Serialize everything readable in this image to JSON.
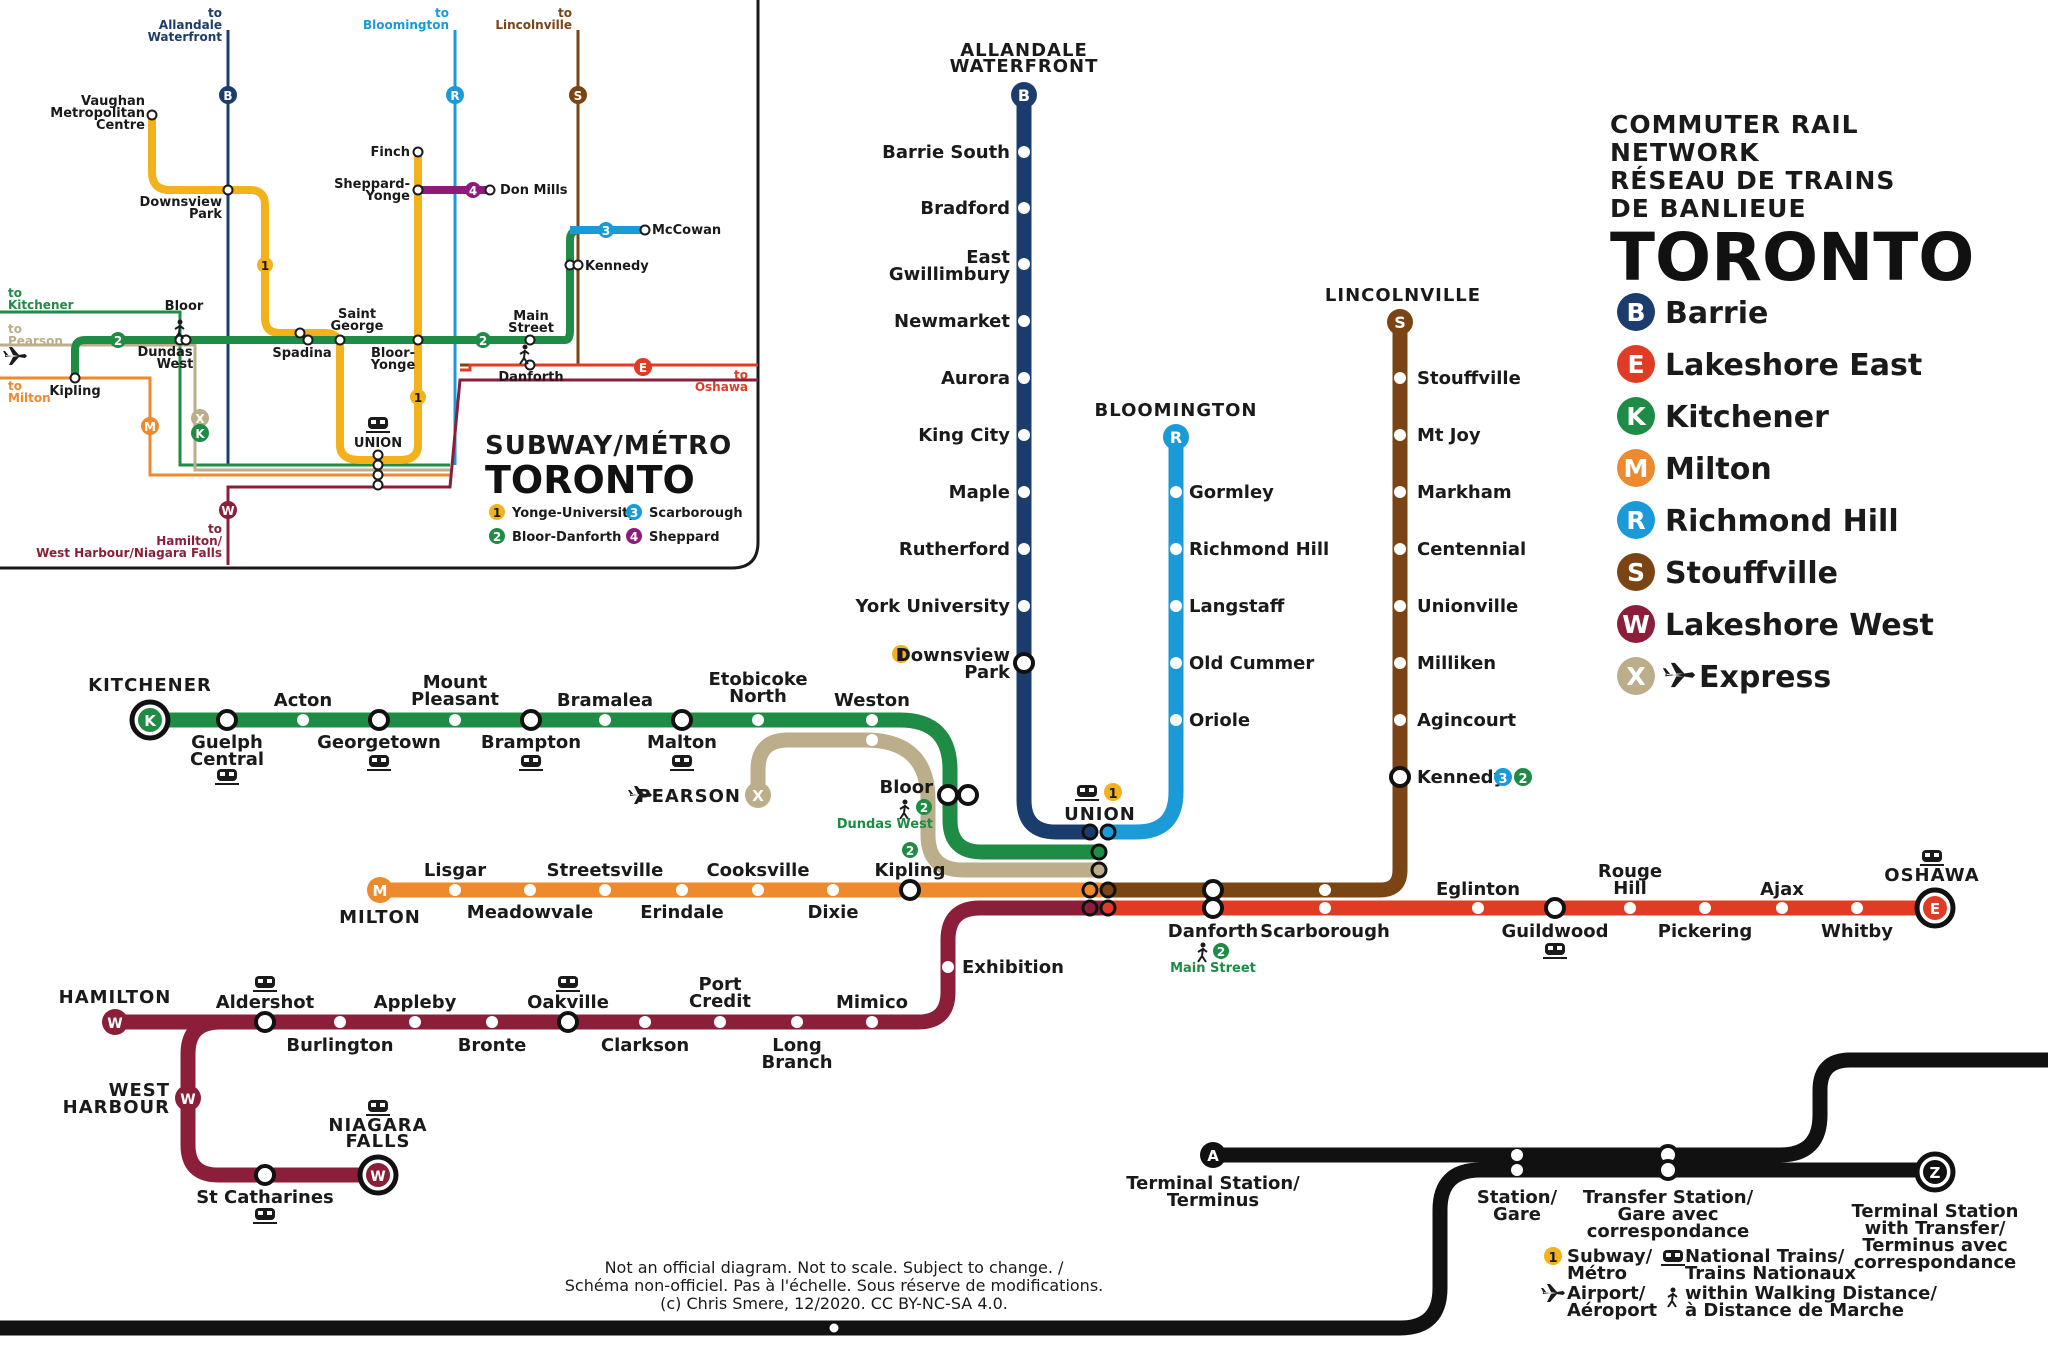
{
  "colors": {
    "barrie": "#1b3d6e",
    "lakeshore_east": "#e03b24",
    "kitchener": "#1e8c45",
    "milton": "#ee8a2e",
    "richmond_hill": "#1a9ad6",
    "stouffville": "#7a4414",
    "lakeshore_west": "#8b1f3a",
    "express": "#bcae8a",
    "yonge_university": "#f3b21b",
    "bloor_danforth": "#1e8c45",
    "scarborough": "#1a9ad6",
    "sheppard": "#8e1b7b",
    "ink": "#111111"
  },
  "title": {
    "line1": "COMMUTER RAIL",
    "line2": "NETWORK",
    "line3": "RÉSEAU DE TRAINS",
    "line4": "DE BANLIEUE",
    "city": "TORONTO"
  },
  "legend": [
    {
      "letter": "B",
      "name": "Barrie",
      "color_key": "barrie"
    },
    {
      "letter": "E",
      "name": "Lakeshore East",
      "color_key": "lakeshore_east"
    },
    {
      "letter": "K",
      "name": "Kitchener",
      "color_key": "kitchener"
    },
    {
      "letter": "M",
      "name": "Milton",
      "color_key": "milton"
    },
    {
      "letter": "R",
      "name": "Richmond Hill",
      "color_key": "richmond_hill"
    },
    {
      "letter": "S",
      "name": "Stouffville",
      "color_key": "stouffville"
    },
    {
      "letter": "W",
      "name": "Lakeshore West",
      "color_key": "lakeshore_west"
    },
    {
      "letter": "X",
      "name": "Express",
      "color_key": "express"
    }
  ],
  "terminals": {
    "allandale_1": "ALLANDALE",
    "allandale_2": "WATERFRONT",
    "kitchener": "KITCHENER",
    "milton": "MILTON",
    "hamilton": "HAMILTON",
    "west_harbour_1": "WEST",
    "west_harbour_2": "HARBOUR",
    "niagara_1": "NIAGARA",
    "niagara_2": "FALLS",
    "bloomington": "BLOOMINGTON",
    "lincolnville": "LINCOLNVILLE",
    "oshawa": "OSHAWA",
    "pearson": "PEARSON",
    "union": "UNION"
  },
  "stations": {
    "barrie": [
      "Barrie South",
      "Bradford",
      "East",
      "Gwillimbury",
      "Newmarket",
      "Aurora",
      "King City",
      "Maple",
      "Rutherford",
      "York University",
      "Downsview",
      "Park"
    ],
    "richmond_hill": [
      "Gormley",
      "Richmond Hill",
      "Langstaff",
      "Old Cummer",
      "Oriole"
    ],
    "stouffville": [
      "Stouffville",
      "Mt Joy",
      "Markham",
      "Centennial",
      "Unionville",
      "Milliken",
      "Agincourt",
      "Kennedy"
    ],
    "kitchener_top": [
      "Acton",
      "Mount",
      "Pleasant",
      "Bramalea",
      "Etobicoke",
      "North",
      "Weston"
    ],
    "kitchener_bottom": [
      "Guelph",
      "Central",
      "Georgetown",
      "Brampton",
      "Malton"
    ],
    "bloor": "Bloor",
    "dundas_west": "Dundas West",
    "kipling": "Kipling",
    "milton_top": [
      "Lisgar",
      "Streetsville",
      "Cooksville"
    ],
    "milton_bottom": [
      "Meadowvale",
      "Erindale",
      "Dixie"
    ],
    "lakeshore_east_top": [
      "Eglinton",
      "Rouge",
      "Hill",
      "Ajax"
    ],
    "lakeshore_east_bottom": [
      "Danforth",
      "Scarborough",
      "Guildwood",
      "Pickering",
      "Whitby"
    ],
    "main_street": "Main Street",
    "exhibition": "Exhibition",
    "lakeshore_west_top": [
      "Aldershot",
      "Appleby",
      "Oakville",
      "Port",
      "Credit",
      "Mimico"
    ],
    "lakeshore_west_bottom": [
      "Burlington",
      "Bronte",
      "Clarkson",
      "Long",
      "Branch"
    ],
    "st_catharines": "St Catharines"
  },
  "subway_inset": {
    "title": "SUBWAY/MÉTRO",
    "city": "TORONTO",
    "legend": [
      {
        "num": "1",
        "name": "Yonge-University",
        "color_key": "yonge_university"
      },
      {
        "num": "3",
        "name": "Scarborough",
        "color_key": "scarborough"
      },
      {
        "num": "2",
        "name": "Bloor-Danforth",
        "color_key": "bloor_danforth"
      },
      {
        "num": "4",
        "name": "Sheppard",
        "color_key": "sheppard"
      }
    ],
    "stations": [
      "Vaughan",
      "Metropolitan",
      "Centre",
      "Downsview",
      "Park",
      "Finch",
      "Sheppard-",
      "Yonge",
      "Don Mills",
      "McCowan",
      "Kennedy",
      "Bloor",
      "Dundas",
      "West",
      "Kipling",
      "Spadina",
      "Saint",
      "George",
      "Bloor-",
      "Yonge",
      "Main",
      "Street",
      "Danforth",
      "UNION"
    ],
    "destinations": [
      "to",
      "Allandale",
      "Waterfront",
      "Bloomington",
      "Lincolnville",
      "Kitchener",
      "Pearson",
      "Milton",
      "Oshawa",
      "Hamilton/",
      "West Harbour/Niagara Falls"
    ]
  },
  "key": {
    "terminal_1": "Terminal Station/",
    "terminal_2": "Terminus",
    "station_1": "Station/",
    "station_2": "Gare",
    "transfer_1": "Transfer Station/",
    "transfer_2": "Gare avec",
    "transfer_3": "correspondance",
    "terminal_transfer_1": "Terminal Station",
    "terminal_transfer_2": "with Transfer/",
    "terminal_transfer_3": "Terminus avec",
    "terminal_transfer_4": "correspondance",
    "subway_1": "Subway/",
    "subway_2": "Métro",
    "airport_1": "Airport/",
    "airport_2": "Aéroport",
    "national_1": "National Trains/",
    "national_2": "Trains Nationaux",
    "walk_1": "within Walking Distance/",
    "walk_2": "à Distance de Marche",
    "sample_terminal": "A",
    "sample_transfer_terminal": "Z"
  },
  "notes": {
    "line1": "Not an official diagram. Not to scale. Subject to change. /",
    "line2": "Schéma non-officiel. Pas à l'échelle. Sous réserve de modifications.",
    "line3": "(c) Chris Smere, 12/2020. CC BY-NC-SA 4.0."
  },
  "transfer_nums": {
    "one": "1",
    "two": "2",
    "three": "3",
    "four": "4"
  }
}
